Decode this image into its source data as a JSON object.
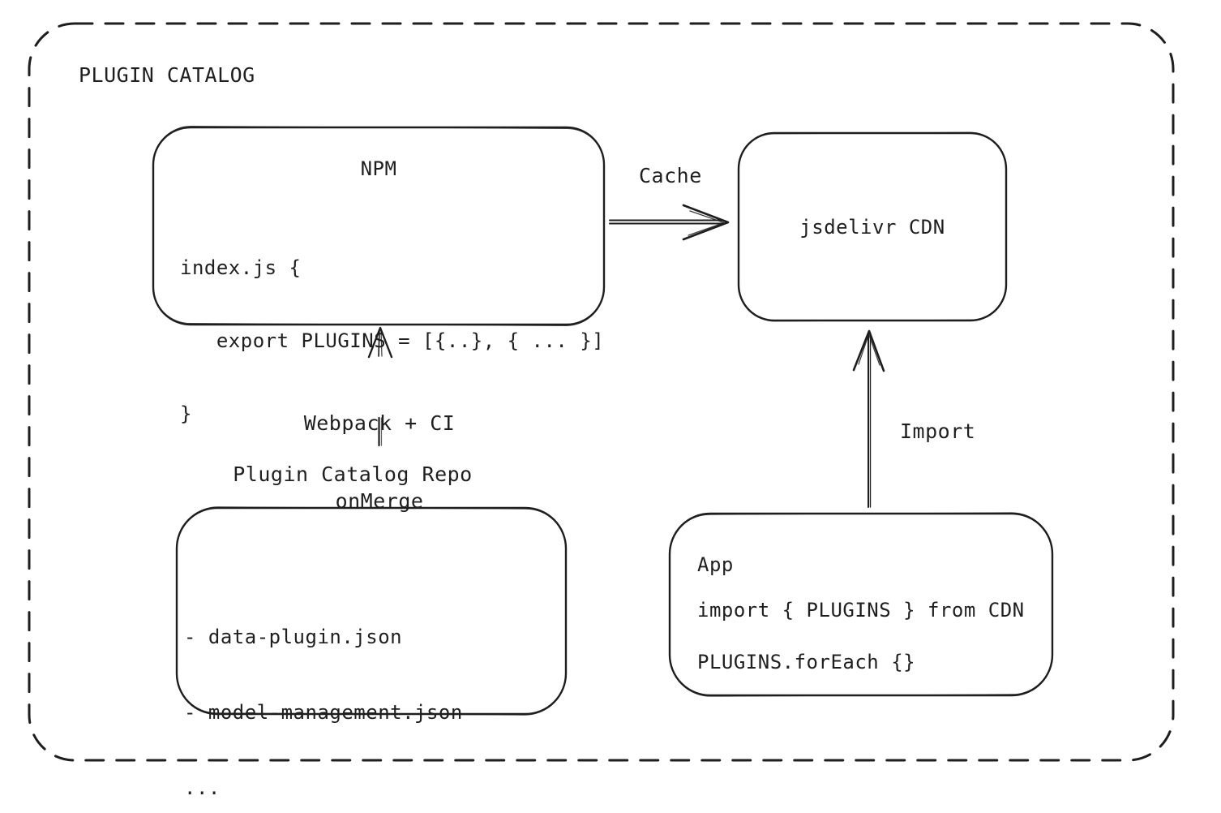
{
  "diagram": {
    "title": "PLUGIN CATALOG",
    "npm": {
      "title": "NPM",
      "code": [
        "index.js {",
        "   export PLUGINS = [{..}, { ... }]",
        "}"
      ]
    },
    "cdn": {
      "label": "jsdelivr CDN"
    },
    "repo": {
      "label": "Plugin Catalog Repo",
      "items": [
        "- data-plugin.json",
        "- model-management.json",
        "..."
      ]
    },
    "app": {
      "title": "App",
      "code": [
        "import { PLUGINS } from CDN",
        "PLUGINS.forEach {}"
      ]
    },
    "edges": {
      "cache_label": "Cache",
      "build_label_line1": "Webpack + CI",
      "build_label_line2": "onMerge",
      "import_label": "Import"
    },
    "colors": {
      "stroke": "#1e1e1e",
      "background": "#ffffff"
    }
  }
}
